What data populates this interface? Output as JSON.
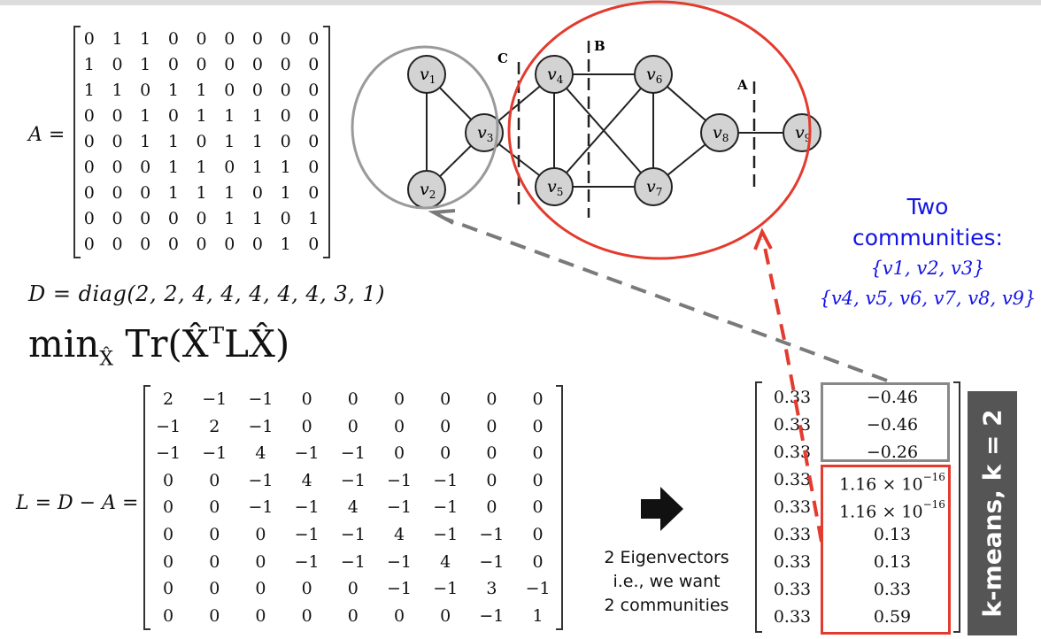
{
  "matrix_A": {
    "label": "A =",
    "rows": [
      [
        "0",
        "1",
        "1",
        "0",
        "0",
        "0",
        "0",
        "0",
        "0"
      ],
      [
        "1",
        "0",
        "1",
        "0",
        "0",
        "0",
        "0",
        "0",
        "0"
      ],
      [
        "1",
        "1",
        "0",
        "1",
        "1",
        "0",
        "0",
        "0",
        "0"
      ],
      [
        "0",
        "0",
        "1",
        "0",
        "1",
        "1",
        "1",
        "0",
        "0"
      ],
      [
        "0",
        "0",
        "1",
        "1",
        "0",
        "1",
        "1",
        "0",
        "0"
      ],
      [
        "0",
        "0",
        "0",
        "1",
        "1",
        "0",
        "1",
        "1",
        "0"
      ],
      [
        "0",
        "0",
        "0",
        "1",
        "1",
        "1",
        "0",
        "1",
        "0"
      ],
      [
        "0",
        "0",
        "0",
        "0",
        "0",
        "1",
        "1",
        "0",
        "1"
      ],
      [
        "0",
        "0",
        "0",
        "0",
        "0",
        "0",
        "0",
        "1",
        "0"
      ]
    ]
  },
  "degree_line": "D  =  diag(2, 2, 4, 4, 4, 4, 4, 3, 1)",
  "objective": {
    "prefix": "min",
    "sub": "X̂",
    "body": " Tr(X̂",
    "sup": "T",
    "tail": "LX̂)"
  },
  "matrix_L": {
    "label": "L = D − A =",
    "rows": [
      [
        "2",
        "−1",
        "−1",
        "0",
        "0",
        "0",
        "0",
        "0",
        "0"
      ],
      [
        "−1",
        "2",
        "−1",
        "0",
        "0",
        "0",
        "0",
        "0",
        "0"
      ],
      [
        "−1",
        "−1",
        "4",
        "−1",
        "−1",
        "0",
        "0",
        "0",
        "0"
      ],
      [
        "0",
        "0",
        "−1",
        "4",
        "−1",
        "−1",
        "−1",
        "0",
        "0"
      ],
      [
        "0",
        "0",
        "−1",
        "−1",
        "4",
        "−1",
        "−1",
        "0",
        "0"
      ],
      [
        "0",
        "0",
        "0",
        "−1",
        "−1",
        "4",
        "−1",
        "−1",
        "0"
      ],
      [
        "0",
        "0",
        "0",
        "−1",
        "−1",
        "−1",
        "4",
        "−1",
        "0"
      ],
      [
        "0",
        "0",
        "0",
        "0",
        "0",
        "−1",
        "−1",
        "3",
        "−1"
      ],
      [
        "0",
        "0",
        "0",
        "0",
        "0",
        "0",
        "0",
        "−1",
        "1"
      ]
    ]
  },
  "eigenvectors": {
    "col1": [
      "0.33",
      "0.33",
      "0.33",
      "0.33",
      "0.33",
      "0.33",
      "0.33",
      "0.33",
      "0.33"
    ],
    "col2": [
      "−0.46",
      "−0.46",
      "−0.26",
      "1.16 × 10",
      "1.16 × 10",
      "0.13",
      "0.13",
      "0.33",
      "0.59"
    ],
    "col2_exp": [
      "",
      "",
      "",
      "−16",
      "−16",
      "",
      "",
      "",
      ""
    ]
  },
  "caption": [
    "2 Eigenvectors",
    "i.e., we want",
    "2 communities"
  ],
  "kmeans_label": "k-means, k = 2",
  "communities": {
    "title_lines": [
      "Two",
      "communities:"
    ],
    "set1": "{v1, v2, v3}",
    "set2": "{v4, v5, v6, v7, v8, v9}"
  },
  "graph": {
    "nodes": [
      {
        "id": "v1",
        "label": "v",
        "sub": "1"
      },
      {
        "id": "v2",
        "label": "v",
        "sub": "2"
      },
      {
        "id": "v3",
        "label": "v",
        "sub": "3"
      },
      {
        "id": "v4",
        "label": "v",
        "sub": "4"
      },
      {
        "id": "v5",
        "label": "v",
        "sub": "5"
      },
      {
        "id": "v6",
        "label": "v",
        "sub": "6"
      },
      {
        "id": "v7",
        "label": "v",
        "sub": "7"
      },
      {
        "id": "v8",
        "label": "v",
        "sub": "8"
      },
      {
        "id": "v9",
        "label": "v",
        "sub": "9"
      }
    ],
    "cut_labels": [
      "C",
      "B",
      "A"
    ]
  },
  "colors": {
    "red": "#e33b2e",
    "gray": "#888888",
    "blue": "#1414e6",
    "node_fill": "#d3d3d3"
  }
}
